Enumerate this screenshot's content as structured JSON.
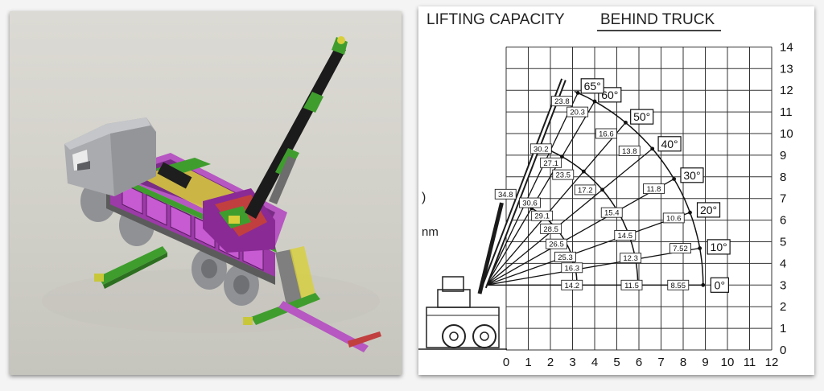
{
  "title_left": "LIFTING CAPACITY",
  "title_right": "BEHIND TRUCK",
  "left_cut_labels": [
    ")",
    "nm"
  ],
  "colors": {
    "grid": "#333333",
    "boom": "#1b1b1b",
    "cab": "#a9abae",
    "frame_green": "#3f9d2e",
    "frame_purple": "#b94fc4",
    "accent_yellow": "#d8cf3a"
  },
  "chart_data": {
    "type": "load-chart",
    "x_ticks": [
      "0",
      "1",
      "2",
      "3",
      "4",
      "5",
      "6",
      "7",
      "8",
      "9",
      "10",
      "11",
      "12"
    ],
    "y_ticks": [
      "0",
      "1",
      "2",
      "3",
      "4",
      "5",
      "6",
      "7",
      "8",
      "9",
      "10",
      "11",
      "12",
      "13",
      "14"
    ],
    "xlim": [
      0,
      12
    ],
    "ylim": [
      0,
      14
    ],
    "grid": true,
    "pivot": [
      -0.9,
      3
    ],
    "angles": [
      {
        "label": "0°",
        "deg": 0
      },
      {
        "label": "10°",
        "deg": 10
      },
      {
        "label": "20°",
        "deg": 20
      },
      {
        "label": "30°",
        "deg": 30
      },
      {
        "label": "40°",
        "deg": 40
      },
      {
        "label": "50°",
        "deg": 50
      },
      {
        "label": "60°",
        "deg": 60
      },
      {
        "label": "65°",
        "deg": 65
      }
    ],
    "radius_arcs": [
      4.1,
      6.85,
      9.8
    ],
    "capacity_labels": [
      {
        "text": "14.2",
        "x": 2.5,
        "y": 3.0
      },
      {
        "text": "11.5",
        "x": 5.2,
        "y": 3.0
      },
      {
        "text": "8.55",
        "x": 7.3,
        "y": 3.0
      },
      {
        "text": "16.3",
        "x": 2.5,
        "y": 3.8
      },
      {
        "text": "25.3",
        "x": 2.2,
        "y": 4.3
      },
      {
        "text": "12.3",
        "x": 5.15,
        "y": 4.25
      },
      {
        "text": "7.52",
        "x": 7.4,
        "y": 4.7
      },
      {
        "text": "26.5",
        "x": 1.8,
        "y": 4.9
      },
      {
        "text": "14.5",
        "x": 4.9,
        "y": 5.3
      },
      {
        "text": "28.5",
        "x": 1.55,
        "y": 5.6
      },
      {
        "text": "10.6",
        "x": 7.1,
        "y": 6.1
      },
      {
        "text": "29.1",
        "x": 1.15,
        "y": 6.2
      },
      {
        "text": "15.4",
        "x": 4.3,
        "y": 6.35
      },
      {
        "text": "34.8",
        "x": -0.5,
        "y": 7.2
      },
      {
        "text": "30.6",
        "x": 0.6,
        "y": 6.8
      },
      {
        "text": "17.2",
        "x": 3.1,
        "y": 7.4
      },
      {
        "text": "11.8",
        "x": 6.2,
        "y": 7.45
      },
      {
        "text": "23.5",
        "x": 2.1,
        "y": 8.1
      },
      {
        "text": "27.1",
        "x": 1.55,
        "y": 8.65
      },
      {
        "text": "30.2",
        "x": 1.1,
        "y": 9.3
      },
      {
        "text": "13.8",
        "x": 5.1,
        "y": 9.2
      },
      {
        "text": "16.6",
        "x": 4.05,
        "y": 10.0
      },
      {
        "text": "20.3",
        "x": 2.75,
        "y": 11.0
      },
      {
        "text": "23.8",
        "x": 2.05,
        "y": 11.5
      }
    ]
  }
}
